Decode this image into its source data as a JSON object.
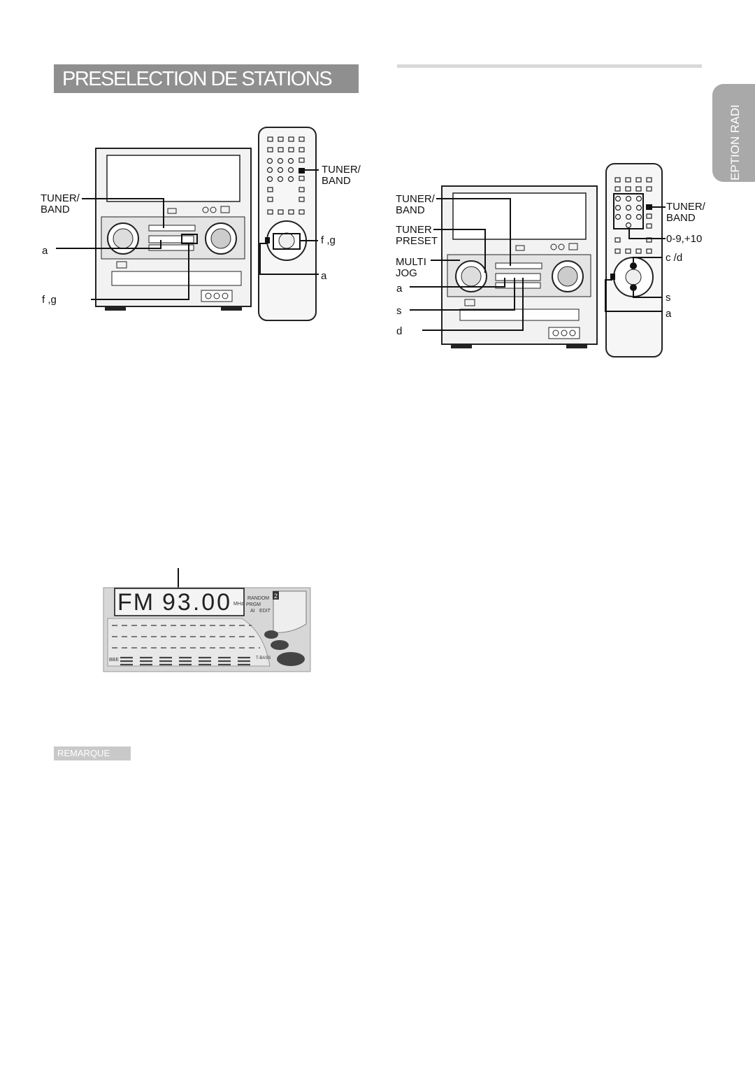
{
  "header": {
    "title": "PRESELECTION DE STATIONS"
  },
  "side_tab": {
    "text": "EPTION RADI"
  },
  "figure_left": {
    "unit_label_line1": "TUNER/",
    "unit_label_line2": "BAND",
    "label_a": "a",
    "label_fg": "f     ,g",
    "remote_label_line1": "TUNER/",
    "remote_label_line2": "BAND",
    "remote_label_fg": "f     ,g",
    "remote_label_a": "a"
  },
  "figure_right": {
    "label_tuner_band_1": "TUNER/",
    "label_tuner_band_2": "BAND",
    "label_tuner_preset_1": "TUNER",
    "label_tuner_preset_2": "PRESET",
    "label_multi_jog_1": "MULTI",
    "label_multi_jog_2": "JOG",
    "label_a": "a",
    "label_s": "s",
    "label_d": "d",
    "remote_label_tuner_band_1": "TUNER/",
    "remote_label_tuner_band_2": "BAND",
    "remote_label_digits": "0-9,+10",
    "remote_label_cd": "c  /d",
    "remote_label_s": "s",
    "remote_label_a": "a"
  },
  "display": {
    "band": "FM",
    "frequency": "93.00",
    "unit": "MHz",
    "preset_number": "2",
    "indicators": [
      "RANDOM",
      "PRGM",
      "AI",
      "EDIT"
    ],
    "bbe": "BBE",
    "t_bass": "T-BASS"
  },
  "note": {
    "label": "REMARQUE"
  }
}
